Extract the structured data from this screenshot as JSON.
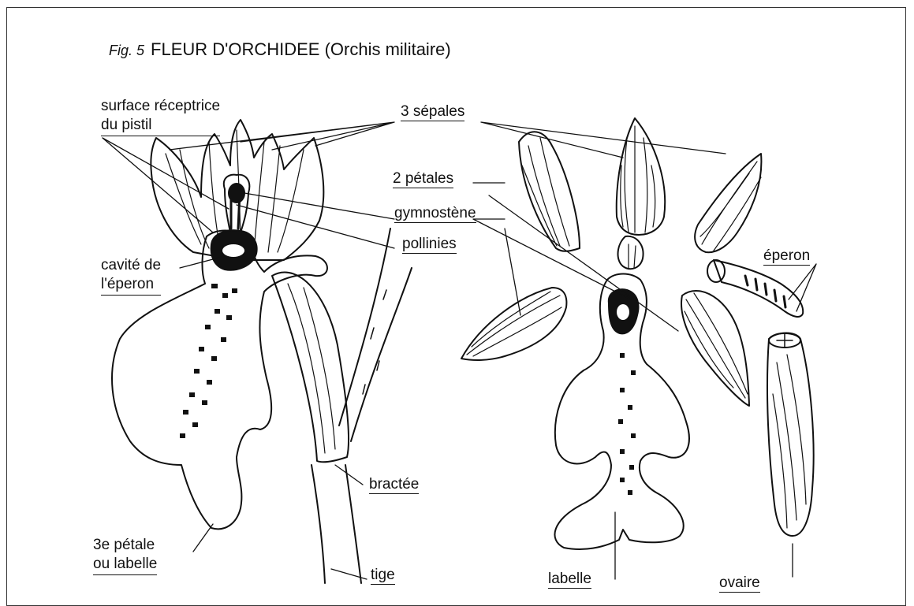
{
  "figure": {
    "number": "Fig. 5",
    "title": "FLEUR D'ORCHIDEE (Orchis militaire)"
  },
  "labels": {
    "surface_receptrice": [
      "surface réceptrice",
      "du pistil"
    ],
    "sepales": "3 sépales",
    "petales": "2 pétales",
    "gymnostene": "gymnostène",
    "pollinies": "pollinies",
    "cavite": [
      "cavité de",
      "l'éperon"
    ],
    "eperon": "éperon",
    "bractee": "bractée",
    "troisieme_petale": [
      "3e pétale",
      "ou labelle"
    ],
    "tige": "tige",
    "labelle": "labelle",
    "ovaire": "ovaire"
  }
}
